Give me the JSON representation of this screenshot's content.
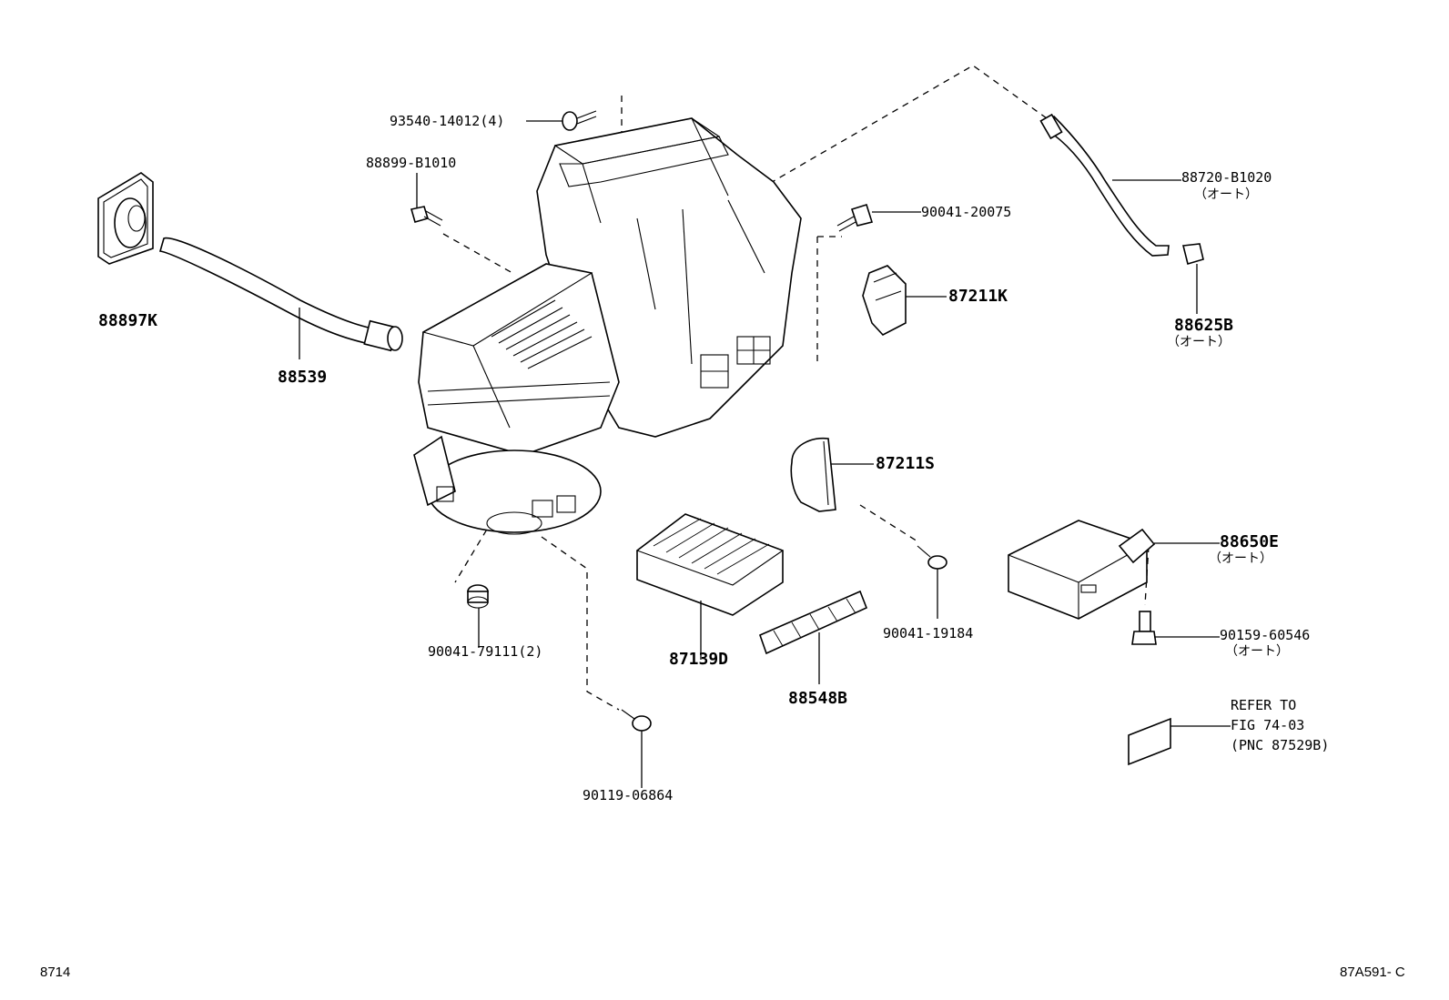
{
  "parts": [
    {
      "id": "p1",
      "number": "93540-14012(4)"
    },
    {
      "id": "p2",
      "number": "88899-B1010"
    },
    {
      "id": "p3",
      "number": "88897K"
    },
    {
      "id": "p4",
      "number": "88539"
    },
    {
      "id": "p5",
      "number": "90041-20075"
    },
    {
      "id": "p6",
      "number": "87211K"
    },
    {
      "id": "p7",
      "number": "88720-B1020",
      "note": "（オート）"
    },
    {
      "id": "p8",
      "number": "88625B",
      "note": "（オート）"
    },
    {
      "id": "p9",
      "number": "87211S"
    },
    {
      "id": "p10",
      "number": "88650E",
      "note": "（オート）"
    },
    {
      "id": "p11",
      "number": "90159-60546",
      "note": "（オート）"
    },
    {
      "id": "p12",
      "number": "90041-79111(2)"
    },
    {
      "id": "p13",
      "number": "87139D"
    },
    {
      "id": "p14",
      "number": "88548B"
    },
    {
      "id": "p15",
      "number": "90041-19184"
    },
    {
      "id": "p16",
      "number": "90119-06864"
    }
  ],
  "reference": {
    "line1": "REFER TO",
    "line2": "FIG 74-03",
    "line3": "(PNC 87529B)"
  },
  "footer": {
    "left_code": "8714",
    "right_code": "87A591- C"
  }
}
